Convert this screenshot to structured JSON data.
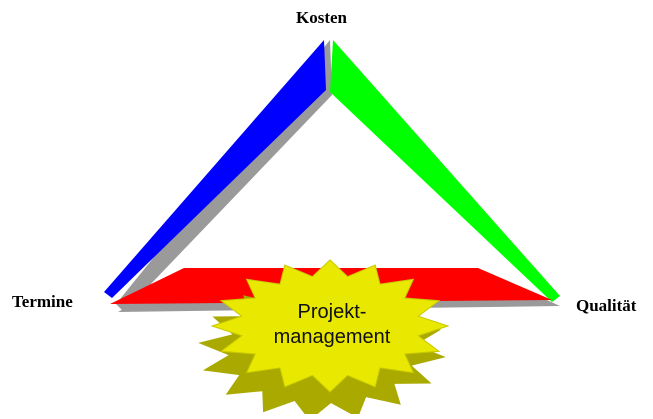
{
  "diagram": {
    "top_label": "Kosten",
    "left_label": "Termine",
    "right_label": "Qualität",
    "center_line1": "Projekt-",
    "center_line2": "management"
  },
  "colors": {
    "left_bar": "#0000ff",
    "right_bar": "#00ff00",
    "bottom_bar": "#ff0000",
    "star_fill": "#e8e800",
    "star_side": "#a9a900",
    "bar_shadow": "#9a9a9a"
  }
}
